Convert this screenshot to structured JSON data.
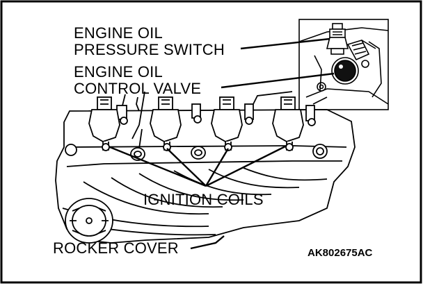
{
  "labels": {
    "pressure_switch_line1": "ENGINE OIL",
    "pressure_switch_line2": "PRESSURE SWITCH",
    "control_valve_line1": "ENGINE OIL",
    "control_valve_line2": "CONTROL VALVE",
    "ignition_coils": "IGNITION COILS",
    "rocker_cover": "ROCKER COVER"
  },
  "figure_code": "AK802675AC"
}
